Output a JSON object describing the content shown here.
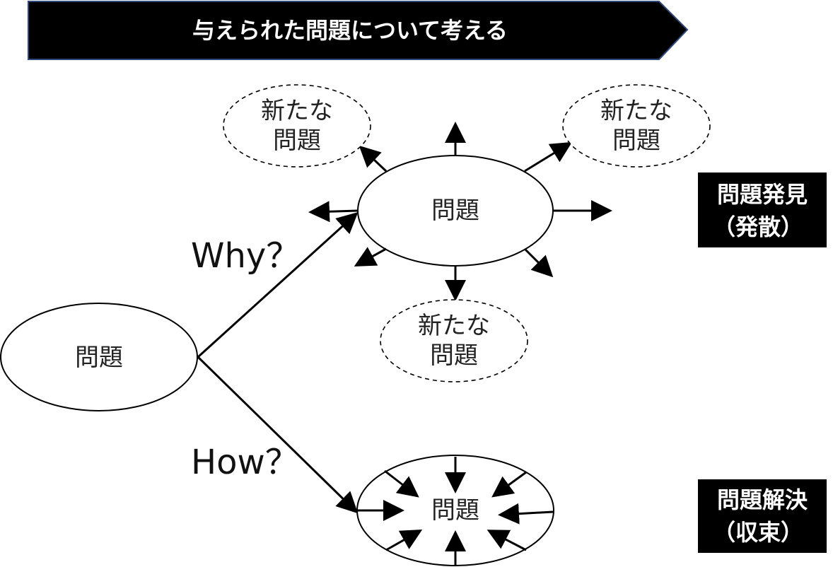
{
  "title": "与えられた問題について考える",
  "nodes": {
    "root": "問題",
    "divergent": "問題",
    "convergent": "問題",
    "new_problem_label_line1": "新たな",
    "new_problem_label_line2": "問題"
  },
  "edges": {
    "why": "Why？",
    "how": "How？"
  },
  "side_labels": {
    "discovery_line1": "問題発見",
    "discovery_line2": "（発散）",
    "solution_line1": "問題解決",
    "solution_line2": "（収束）"
  },
  "colors": {
    "banner": "#000000",
    "banner_border": "#2f4a7a",
    "line": "#000000",
    "label_box": "#000000"
  }
}
